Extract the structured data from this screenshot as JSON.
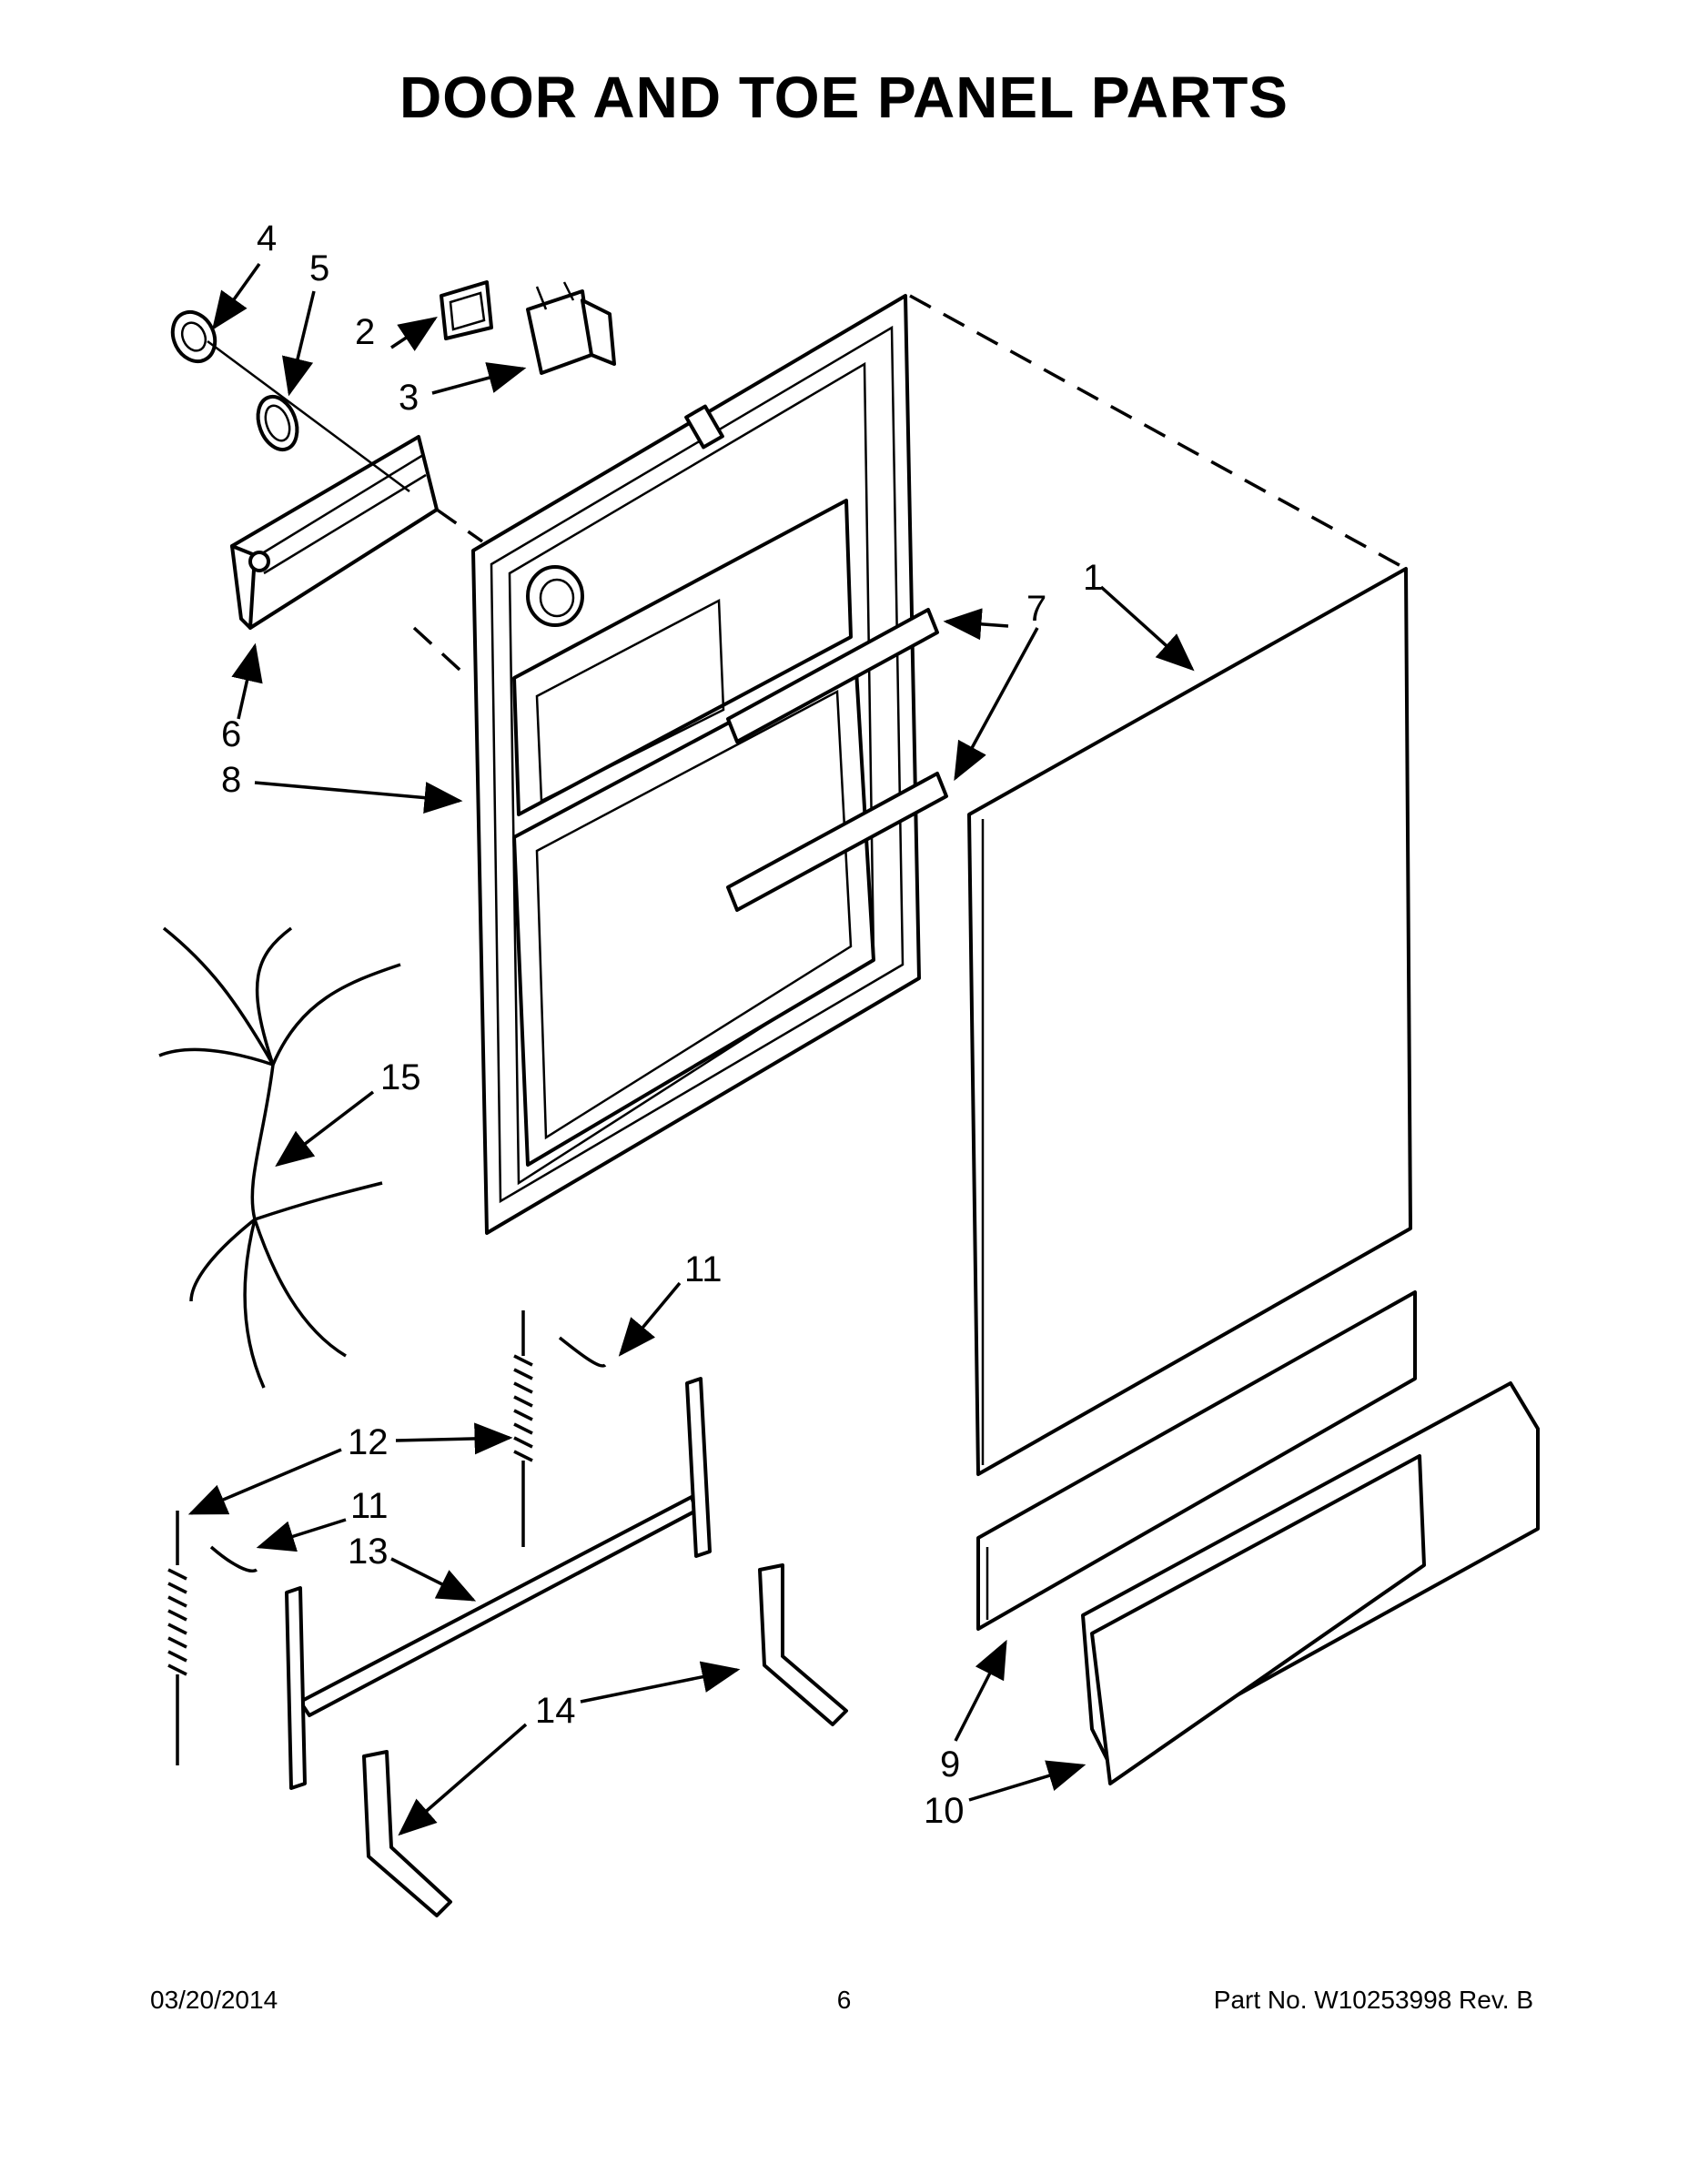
{
  "title": "DOOR AND TOE PANEL PARTS",
  "callouts": {
    "c1": "1",
    "c2": "2",
    "c3": "3",
    "c4": "4",
    "c5": "5",
    "c6": "6",
    "c7": "7",
    "c8": "8",
    "c9": "9",
    "c10": "10",
    "c11a": "11",
    "c11b": "11",
    "c12": "12",
    "c13": "13",
    "c14": "14",
    "c15": "15"
  },
  "footer": {
    "date": "03/20/2014",
    "page": "6",
    "part_no": "Part No.  W10253998  Rev.  B"
  }
}
